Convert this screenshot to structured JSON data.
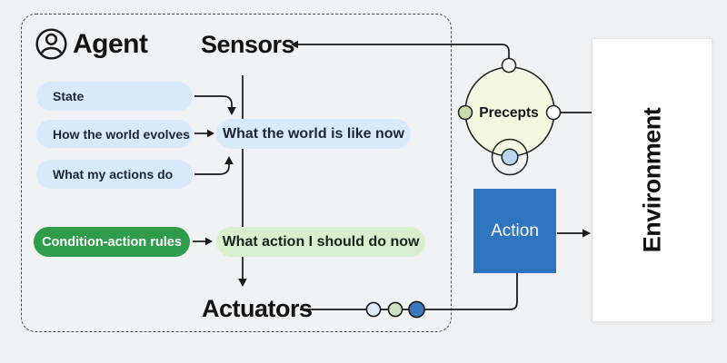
{
  "agent": {
    "title": "Agent",
    "sensors_label": "Sensors",
    "actuators_label": "Actuators",
    "model_pills": [
      {
        "label": "State"
      },
      {
        "label": "How the world evolves"
      },
      {
        "label": "What my actions do"
      }
    ],
    "world_state_pill": {
      "label": "What the world is like now"
    },
    "rules_pill": {
      "label": "Condition-action rules"
    },
    "decision_pill": {
      "label": "What action I should do now"
    }
  },
  "precepts_node": {
    "label": "Precepts"
  },
  "action_node": {
    "label": "Action"
  },
  "environment": {
    "label": "Environment"
  },
  "icons": [
    {
      "name": "person-icon",
      "meaning": "agent avatar"
    }
  ],
  "colors": {
    "background": "#f1f2f3",
    "pill_blue": "#d9e9fc",
    "rules_green": "#2e9c4b",
    "decision_green": "#d7eecf",
    "action_blue": "#2e74bf",
    "precepts_fill": "#f5f8e0",
    "node_green": "#c9dcad",
    "node_blue": "#b9d6ee",
    "dot_pale_blue": "#dbe9f8",
    "dot_pale_green": "#cfe3c4",
    "dot_dark_blue": "#3a78bd",
    "line": "#1a1a1a"
  }
}
